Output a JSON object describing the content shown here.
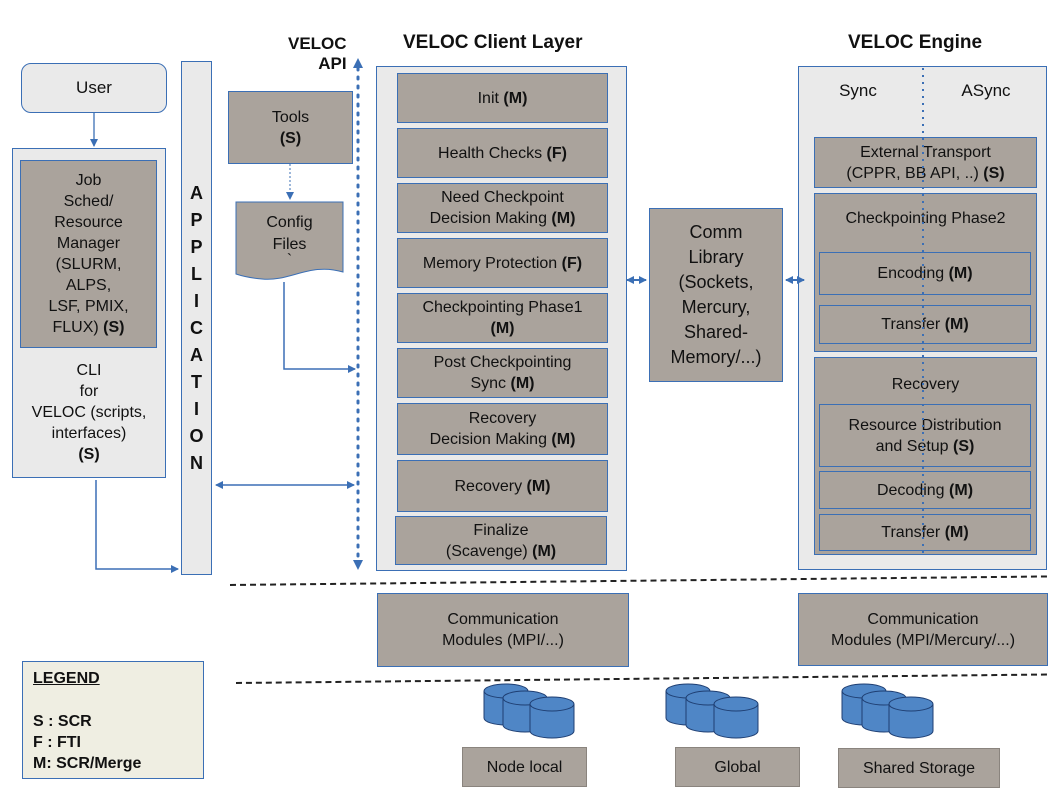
{
  "titles": {
    "api_line1": "VELOC",
    "api_line2": "API",
    "client_layer": "VELOC Client Layer",
    "engine": "VELOC Engine"
  },
  "left": {
    "user": "User",
    "job_sched": {
      "line1": "Job",
      "line2": "Sched/",
      "line3": "Resource",
      "line4": "Manager",
      "line5": "(SLURM,",
      "line6": "ALPS,",
      "line7": "LSF, PMIX,",
      "line8": "FLUX)",
      "tag": "(S)"
    },
    "cli": {
      "line1": "CLI",
      "line2": "for",
      "line3": "VELOC (scripts,",
      "line4": "interfaces)",
      "tag": "(S)"
    },
    "application_letters": [
      "A",
      "P",
      "P",
      "L",
      "I",
      "C",
      "A",
      "T",
      "I",
      "O",
      "N"
    ]
  },
  "tools": {
    "label": "Tools",
    "tag": "(S)"
  },
  "config": {
    "line1": "Config",
    "line2": "Files",
    "line3": "`"
  },
  "client_items": [
    {
      "label": "Init",
      "tag": "(M)"
    },
    {
      "label": "Health Checks",
      "tag": "(F)"
    },
    {
      "label": "Need Checkpoint",
      "label2": "Decision Making",
      "tag": "(M)"
    },
    {
      "label": "Memory Protection",
      "tag": "(F)"
    },
    {
      "label": "Checkpointing Phase1",
      "label2": "",
      "tag": "(M)"
    },
    {
      "label": "Post Checkpointing",
      "label2": "Sync",
      "tag": "(M)"
    },
    {
      "label": "Recovery",
      "label2": "Decision Making",
      "tag": "(M)"
    },
    {
      "label": "Recovery",
      "tag": "(M)"
    },
    {
      "label": "Finalize",
      "label2": "(Scavenge)",
      "tag": "(M)"
    }
  ],
  "comm_library": {
    "line1": "Comm",
    "line2": "Library",
    "line3": "(Sockets,",
    "line4": "Mercury,",
    "line5": "Shared-",
    "line6": "Memory/...)"
  },
  "engine": {
    "sync": "Sync",
    "async": "ASync",
    "external_transport": {
      "line1": "External Transport",
      "line2": "(CPPR, BB API, ..)",
      "tag": "(S)"
    },
    "ckpt_phase2": "Checkpointing Phase2",
    "encoding": {
      "label": "Encoding",
      "tag": "(M)"
    },
    "transfer1": {
      "label": "Transfer",
      "tag": "(M)"
    },
    "recovery": "Recovery",
    "resource_dist": {
      "line1": "Resource Distribution",
      "line2": "and Setup",
      "tag": "(S)"
    },
    "decoding": {
      "label": "Decoding",
      "tag": "(M)"
    },
    "transfer2": {
      "label": "Transfer",
      "tag": "(M)"
    }
  },
  "comm_modules": {
    "client": {
      "line1": "Communication",
      "line2": "Modules (MPI/...)"
    },
    "engine": {
      "line1": "Communication",
      "line2": "Modules (MPI/Mercury/...)"
    }
  },
  "legend": {
    "heading": "LEGEND",
    "s": "S : SCR",
    "f": "F : FTI",
    "m": "M: SCR/Merge"
  },
  "storage": {
    "node_local": "Node local",
    "global": "Global",
    "shared": "Shared Storage"
  },
  "colors": {
    "box_fill": "#aaa39c",
    "panel_fill": "#eaeaea",
    "border": "#3b6fb5",
    "arrow": "#3b6fb5",
    "disk": "#4f86c6",
    "legend_fill": "#efeee2"
  }
}
